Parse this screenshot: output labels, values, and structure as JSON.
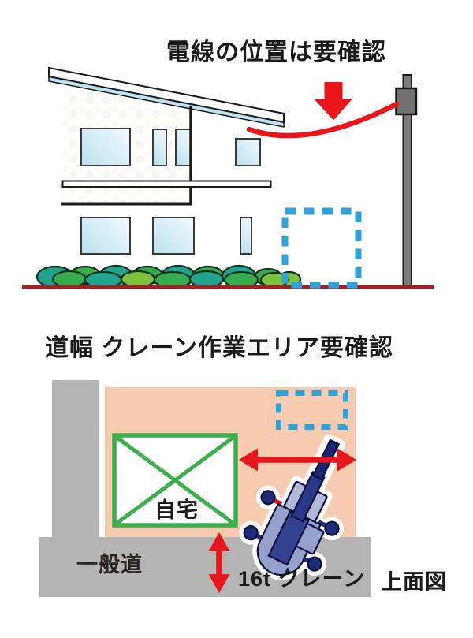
{
  "elevation": {
    "title": "電線の位置は要確認"
  },
  "plan": {
    "heading": "道幅 クレーン作業エリア要確認",
    "house_label": "自宅",
    "road_label": "一般道",
    "crane_label": "16t クレーン",
    "view_label": "上面図"
  },
  "colors": {
    "text": "#1a1a1a",
    "ink": "#1a1a1a",
    "red": "#e8151b",
    "ground_red": "#9e2124",
    "cyan": "#2ea2db",
    "green": "#3aaf4c",
    "salmon": "#f7cbb0",
    "road_gray": "#b4b4b4",
    "pole_gray": "#7a7a7a",
    "pole_dark": "#717171",
    "wall": "#ececе6",
    "roof_blue": "#bfe3f2",
    "window_hi": "#f2fafd",
    "window_lo": "#bce1f0",
    "bush_teal": "#21a38d",
    "bush_green": "#37ac4f",
    "bush_lime": "#7fc13f",
    "bush_ink": "#14321f",
    "crane_body": "#95a0cb",
    "crane_cab": "#b1b9db",
    "navy_hi": "#33418f",
    "navy_mid": "#2a3787",
    "navy_dark": "#1a2870",
    "navy_ball": "#1b2c79",
    "navy_ink": "#0d0d42"
  }
}
